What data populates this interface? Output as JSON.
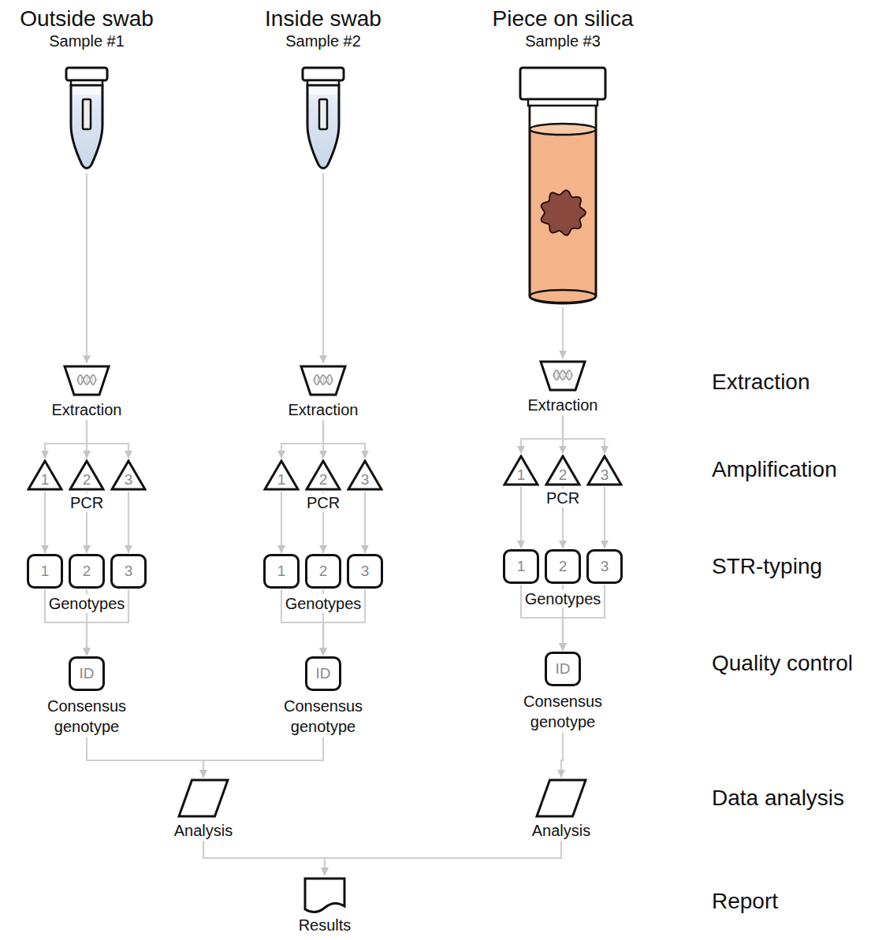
{
  "diagram": {
    "nodes": [
      {
        "text": [
          "Outside swab",
          "Sample #1"
        ]
      },
      {
        "text": [
          "Extraction"
        ]
      },
      {
        "text": [
          "1"
        ]
      },
      {
        "text": [
          "2"
        ]
      },
      {
        "text": [
          "3"
        ]
      },
      {
        "text": [
          "1"
        ]
      },
      {
        "text": [
          "2"
        ]
      },
      {
        "text": [
          "3"
        ]
      },
      {
        "text": [
          "ID",
          "Consensus genotype"
        ]
      },
      {
        "text": [
          "Inside swab",
          "Sample #2"
        ]
      },
      {
        "text": [
          "Extraction"
        ]
      },
      {
        "text": [
          "1"
        ]
      },
      {
        "text": [
          "2"
        ]
      },
      {
        "text": [
          "3"
        ]
      },
      {
        "text": [
          "1"
        ]
      },
      {
        "text": [
          "2"
        ]
      },
      {
        "text": [
          "3"
        ]
      },
      {
        "text": [
          "ID",
          "Consensus genotype"
        ]
      },
      {
        "text": [
          "Piece on silica",
          "Sample #3"
        ]
      },
      {
        "text": [
          "Extraction"
        ]
      },
      {
        "text": [
          "1"
        ]
      },
      {
        "text": [
          "2"
        ]
      },
      {
        "text": [
          "3"
        ]
      },
      {
        "text": [
          "1"
        ]
      },
      {
        "text": [
          "2"
        ]
      },
      {
        "text": [
          "3"
        ]
      },
      {
        "text": [
          "ID",
          "Consensus genotype"
        ]
      },
      {
        "text": [
          "Analysis"
        ]
      },
      {
        "text": [
          "Analysis"
        ]
      },
      {
        "text": [
          "Results"
        ]
      }
    ],
    "edges": [
      {
        "from": 0,
        "to": 1,
        "arrow": "to"
      },
      {
        "from": 1,
        "to": 2,
        "arrow": "to"
      },
      {
        "from": 1,
        "to": 3,
        "arrow": "to"
      },
      {
        "from": 1,
        "to": 4,
        "arrow": "to"
      },
      {
        "from": 2,
        "to": 5,
        "arrow": "to"
      },
      {
        "from": 3,
        "to": 6,
        "arrow": "to"
      },
      {
        "from": 4,
        "to": 7,
        "arrow": "to"
      },
      {
        "from": 5,
        "to": 8,
        "arrow": "to"
      },
      {
        "from": 6,
        "to": 8,
        "arrow": "to"
      },
      {
        "from": 7,
        "to": 8,
        "arrow": "to"
      },
      {
        "from": 9,
        "to": 10,
        "arrow": "to"
      },
      {
        "from": 10,
        "to": 11,
        "arrow": "to"
      },
      {
        "from": 10,
        "to": 12,
        "arrow": "to"
      },
      {
        "from": 10,
        "to": 13,
        "arrow": "to"
      },
      {
        "from": 11,
        "to": 14,
        "arrow": "to"
      },
      {
        "from": 12,
        "to": 15,
        "arrow": "to"
      },
      {
        "from": 13,
        "to": 16,
        "arrow": "to"
      },
      {
        "from": 14,
        "to": 17,
        "arrow": "to"
      },
      {
        "from": 15,
        "to": 17,
        "arrow": "to"
      },
      {
        "from": 16,
        "to": 17,
        "arrow": "to"
      },
      {
        "from": 18,
        "to": 19,
        "arrow": "to"
      },
      {
        "from": 19,
        "to": 20,
        "arrow": "to"
      },
      {
        "from": 19,
        "to": 21,
        "arrow": "to"
      },
      {
        "from": 19,
        "to": 22,
        "arrow": "to"
      },
      {
        "from": 20,
        "to": 23,
        "arrow": "to"
      },
      {
        "from": 21,
        "to": 24,
        "arrow": "to"
      },
      {
        "from": 22,
        "to": 25,
        "arrow": "to"
      },
      {
        "from": 23,
        "to": 26,
        "arrow": "to"
      },
      {
        "from": 24,
        "to": 26,
        "arrow": "to"
      },
      {
        "from": 25,
        "to": 26,
        "arrow": "to"
      },
      {
        "from": 8,
        "to": 27,
        "arrow": "to"
      },
      {
        "from": 17,
        "to": 27,
        "arrow": "to"
      },
      {
        "from": 26,
        "to": 28,
        "arrow": "to"
      },
      {
        "from": 27,
        "to": 29,
        "arrow": "to"
      },
      {
        "from": 28,
        "to": 29,
        "arrow": "to"
      }
    ],
    "labels": [
      "PCR",
      "Genotypes",
      "PCR",
      "Genotypes",
      "PCR",
      "Genotypes",
      "Extraction",
      "Amplification",
      "STR-typing",
      "Quality control",
      "Data analysis",
      "Report"
    ]
  }
}
